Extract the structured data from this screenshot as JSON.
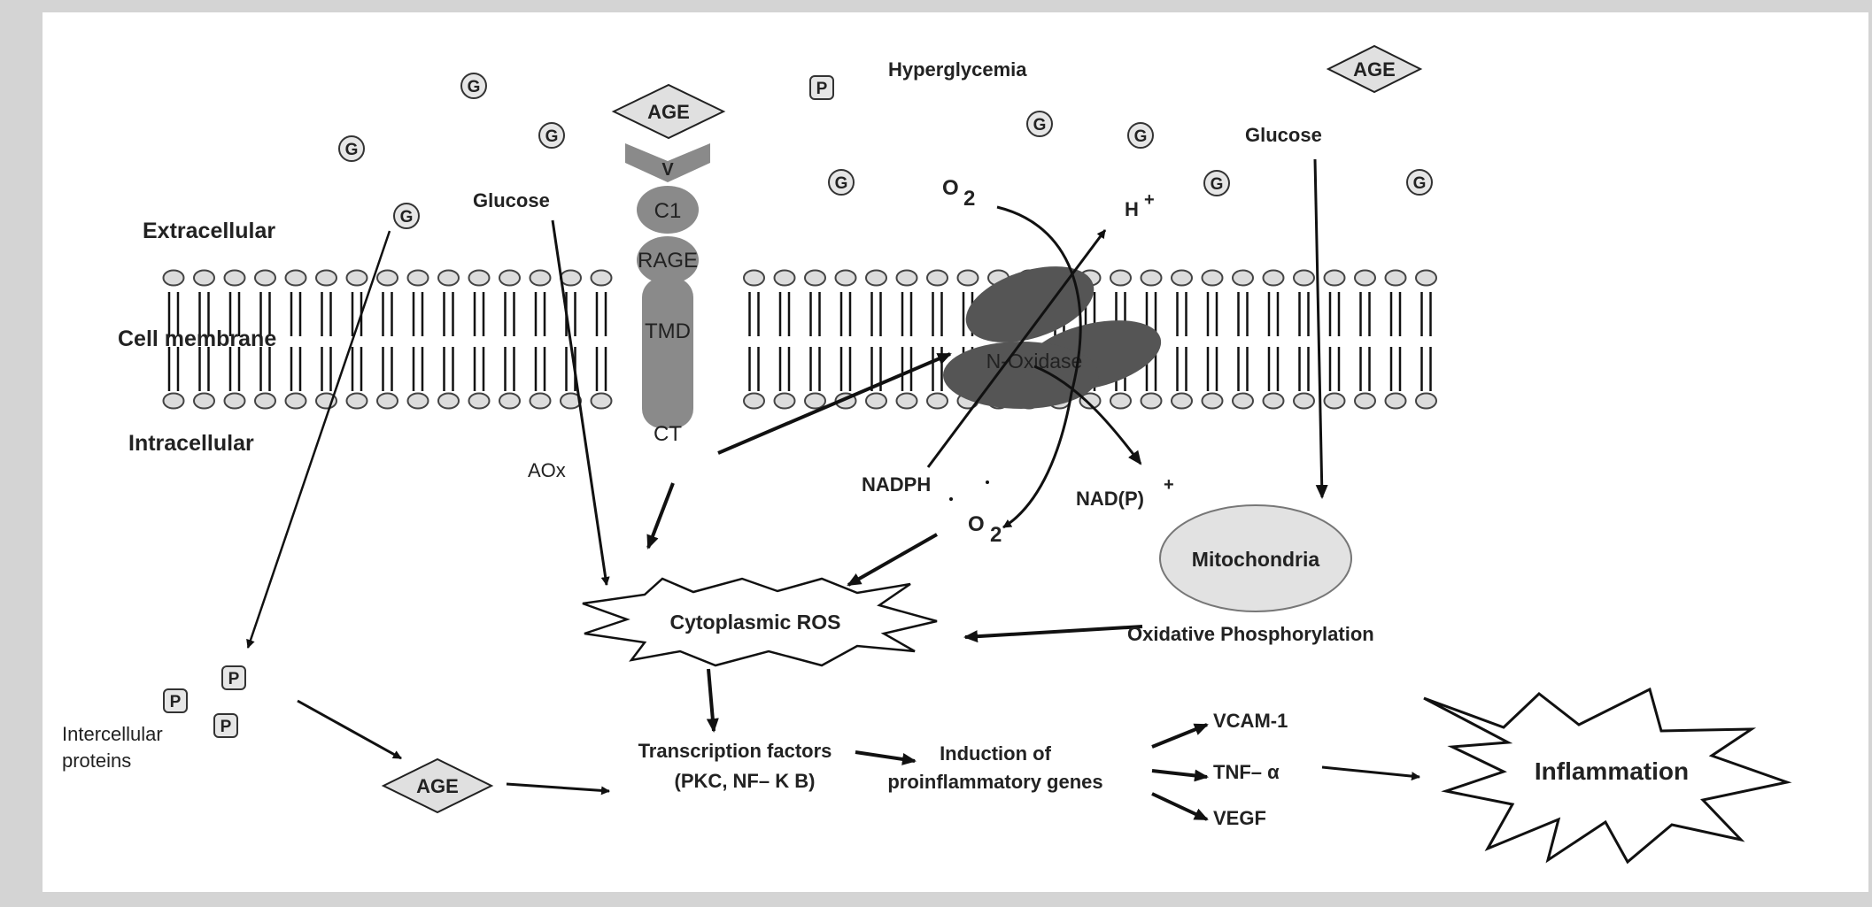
{
  "labels": {
    "hyperglycemia": "Hyperglycemia",
    "extracellular": "Extracellular",
    "cell_membrane": "Cell membrane",
    "intracellular": "Intracellular",
    "glucose_left": "Glucose",
    "glucose_right": "Glucose",
    "aox": "AOx",
    "o2_top": "O",
    "o2_top_sub": "2",
    "h_plus": "H",
    "h_plus_sup": "+",
    "nadph": "NADPH",
    "o2_bottom": "O",
    "o2_bottom_sub": "2",
    "nadp": "NAD(P)",
    "nadp_sup": "+",
    "mitochondria": "Mitochondria",
    "cytoplasmic_ros": "Cytoplasmic ROS",
    "oxidative_phosphorylation": "Oxidative Phosphorylation",
    "intercellular_line1": "Intercellular",
    "intercellular_line2": "proteins",
    "transcription_line1": "Transcription factors",
    "transcription_line2": "(PKC, NF– K B)",
    "induction_line1": "Induction of",
    "induction_line2": "proinflammatory genes",
    "vcam": "VCAM-1",
    "tnf": "TNF– α",
    "vegf": "VEGF",
    "inflammation": "Inflammation",
    "n_oxidase": "N-Oxidase"
  },
  "rage": {
    "v": "V",
    "c1": "C1",
    "rage": "RAGE",
    "tmd": "TMD",
    "ct": "CT"
  },
  "age_boxes": [
    "AGE",
    "AGE",
    "AGE"
  ],
  "g_symbol": "G",
  "p_symbol": "P"
}
